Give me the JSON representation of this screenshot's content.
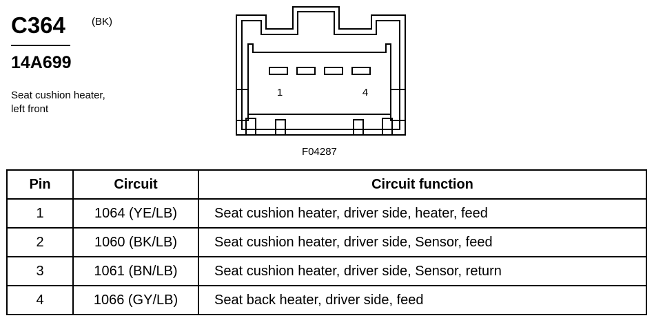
{
  "header": {
    "connector_id": "C364",
    "connector_color": "(BK)",
    "part_number": "14A699",
    "description_line1": "Seat cushion heater,",
    "description_line2": "left front"
  },
  "figure": {
    "pin_label_first": "1",
    "pin_label_last": "4",
    "figure_code": "F04287"
  },
  "table": {
    "headers": {
      "pin": "Pin",
      "circuit": "Circuit",
      "function": "Circuit function"
    },
    "rows": [
      {
        "pin": "1",
        "circuit": "1064 (YE/LB)",
        "function": "Seat cushion heater, driver side, heater, feed"
      },
      {
        "pin": "2",
        "circuit": "1060 (BK/LB)",
        "function": "Seat cushion heater, driver side, Sensor, feed"
      },
      {
        "pin": "3",
        "circuit": "1061 (BN/LB)",
        "function": "Seat cushion heater, driver side, Sensor, return"
      },
      {
        "pin": "4",
        "circuit": "1066 (GY/LB)",
        "function": "Seat back heater, driver side, feed"
      }
    ]
  }
}
